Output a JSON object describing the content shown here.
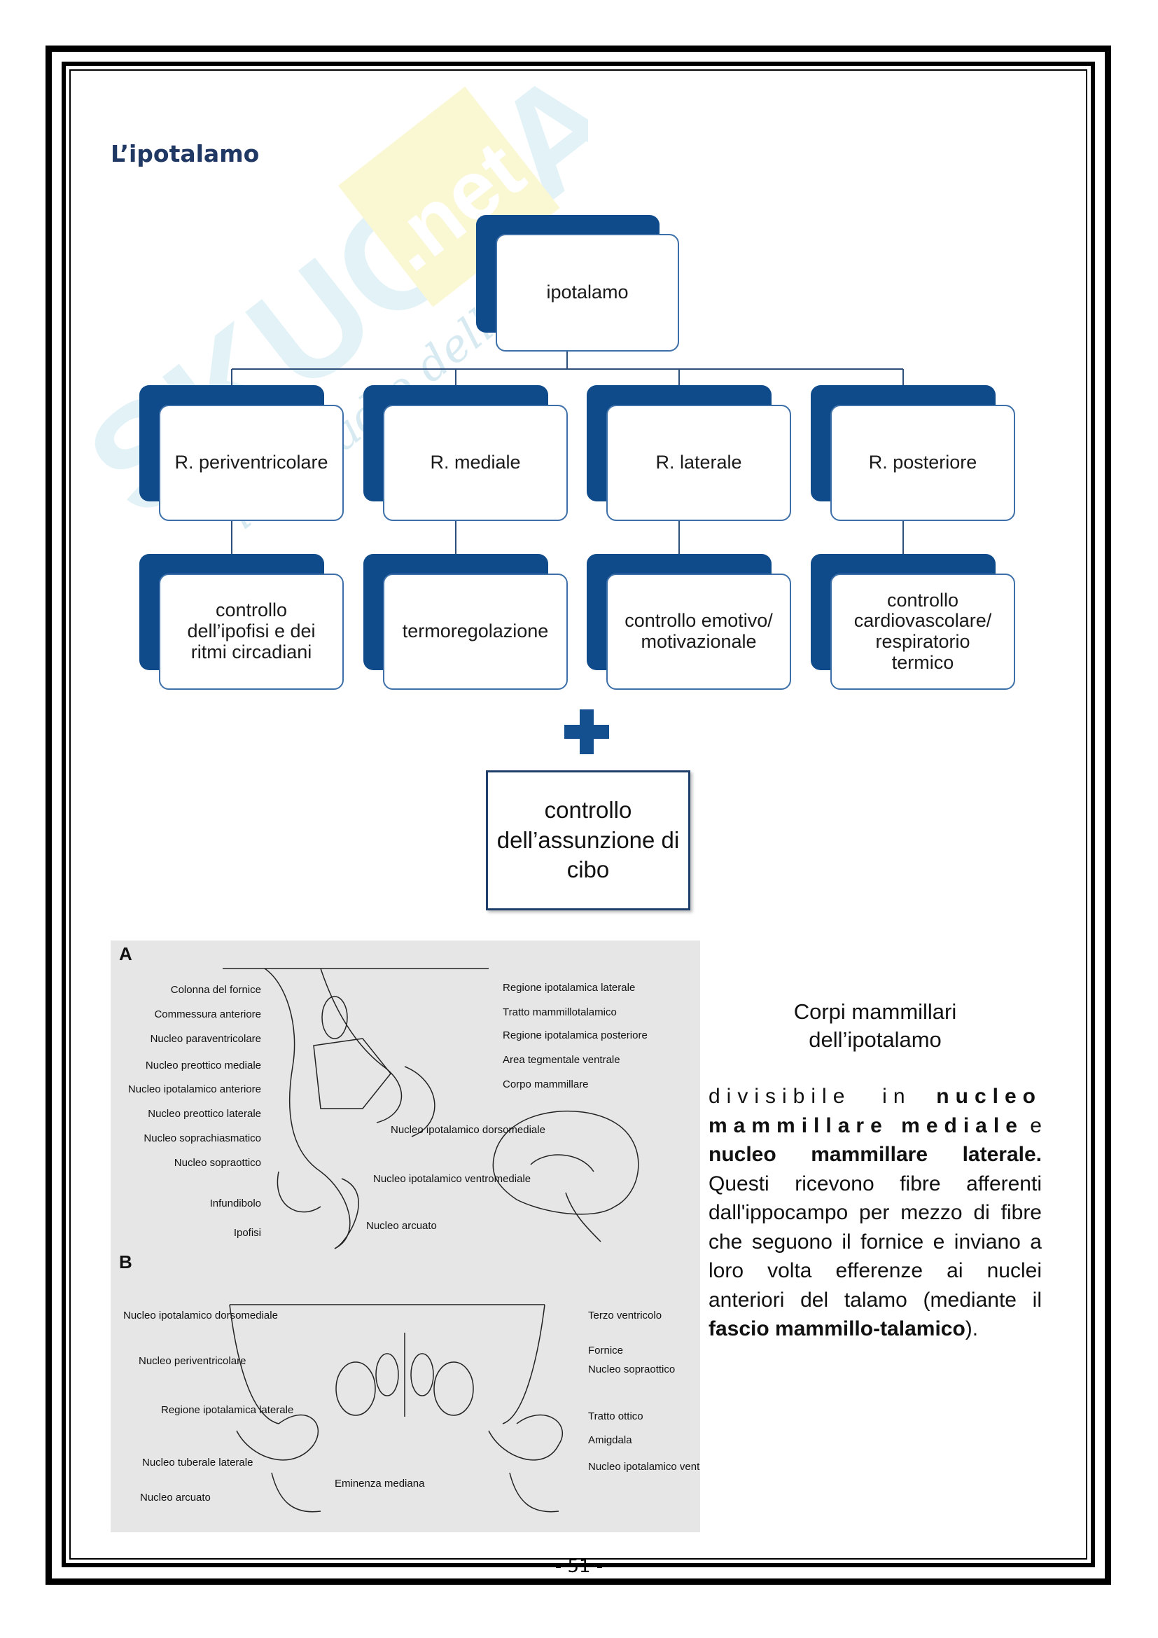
{
  "page": {
    "title": "L’ipotalamo",
    "number": "- 51 -"
  },
  "watermark": {
    "brand": "SKUOLA.net",
    "tagline": "il palladio dello studente"
  },
  "diagram": {
    "root": "ipotalamo",
    "regions": [
      {
        "label": "R. periventricolare",
        "function": "controllo dell’ipofisi e dei ritmi circadiani"
      },
      {
        "label": "R. mediale",
        "function": "termoregolazione"
      },
      {
        "label": "R. laterale",
        "function": "controllo emotivo/ motivazionale"
      },
      {
        "label": "R. posteriore",
        "function": "controllo cardiovascolare/ respiratorio termico"
      }
    ],
    "plus_box": "controllo dell’assunzione di cibo"
  },
  "figure": {
    "panel_a": "A",
    "panel_b": "B",
    "labels_a_left": [
      "Colonna del fornice",
      "Commessura anteriore",
      "Nucleo paraventricolare",
      "Nucleo preottico mediale",
      "Nucleo ipotalamico anteriore",
      "Nucleo preottico laterale",
      "Nucleo soprachiasmatico",
      "Nucleo sopraottico",
      "Infundibolo",
      "Ipofisi"
    ],
    "labels_a_right": [
      "Regione ipotalamica laterale",
      "Tratto mammillotalamico",
      "Regione ipotalamica posteriore",
      "Area tegmentale ventrale",
      "Corpo mammillare"
    ],
    "labels_a_center": [
      "Nucleo ipotalamico dorsomediale",
      "Nucleo ipotalamico ventromediale",
      "Nucleo arcuato"
    ],
    "labels_b_left": [
      "Nucleo ipotalamico dorsomediale",
      "Nucleo periventricolare",
      "Regione ipotalamica laterale",
      "Nucleo tuberale laterale",
      "Nucleo arcuato"
    ],
    "labels_b_right": [
      "Terzo ventricolo",
      "Fornice",
      "Nucleo sopraottico",
      "Tratto ottico",
      "Amigdala",
      "Nucleo ipotalamico ventromediale"
    ],
    "label_b_bottom": "Eminenza mediana"
  },
  "side": {
    "caption": "Corpi mammillari dell’ipotalamo",
    "text_intro": "divisibile in",
    "bold1": "nucleo mammillare mediale",
    "and": "e",
    "bold2": "nucleo mammillare laterale.",
    "text_body": "Questi ricevono fibre afferenti dall'ippocampo per mezzo di fibre che seguono il fornice e inviano a loro volta efferenze ai nuclei anteriori del talamo (mediante il",
    "bold3": "fascio mammillo-talamico",
    "text_end": ")."
  }
}
